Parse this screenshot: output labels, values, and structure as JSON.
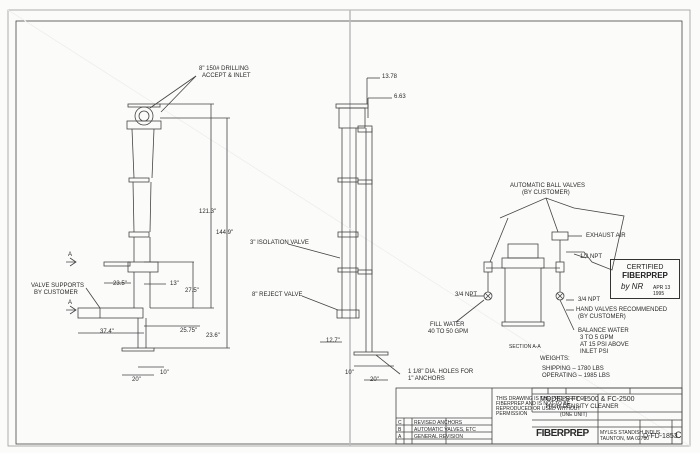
{
  "labels": {
    "drilling": [
      "8\" 150# DRILLING",
      "ACCEPT & INLET"
    ],
    "dim_121": "121.3\"",
    "dim_144": "144.9\"",
    "dim_13": "13\"",
    "dim_23_5": "23.5\"",
    "dim_27_5": "27.5\"",
    "dim_37_4": "37.4\"",
    "dim_25_75": "25.75\"",
    "dim_23_6": "23.6\"",
    "dim_20_left": "20\"",
    "dim_10_left": "10\"",
    "valve_supports": [
      "VALVE SUPPORTS",
      "BY CUSTOMER"
    ],
    "section_a_top": "A",
    "section_a_bottom": "A",
    "dim_13_78": "13.78",
    "dim_6_63": "6.63",
    "isolation_valve": "3\" ISOLATION VALVE",
    "reject_valve": "8\" REJECT VALVE",
    "dim_12_7": "12.7\"",
    "dim_10_right": "10\"",
    "dim_20_right": "20\"",
    "holes": [
      "1 1/8\" DIA. HOLES FOR",
      "1\" ANCHORS"
    ],
    "auto_ball_valves": [
      "AUTOMATIC BALL VALVES",
      "(BY CUSTOMER)"
    ],
    "exhaust_air": "EXHAUST AIR",
    "half_npt": "1/2 NPT",
    "npt_left": "3/4 NPT",
    "npt_right": "3/4 NPT",
    "hand_valves": [
      "HAND VALVES RECOMMENDED",
      "(BY CUSTOMER)"
    ],
    "fill_water": [
      "FILL WATER",
      "40 TO 50 GPM"
    ],
    "balance_water": [
      "BALANCE WATER",
      "3 TO 5 GPM",
      "AT 15 PSI ABOVE",
      "INLET PSI"
    ],
    "section_aa": "SECTION A-A",
    "weights": [
      "WEIGHTS:",
      "SHIPPING – 1780 LBS",
      "OPERATING – 1985 LBS"
    ]
  },
  "stamp": {
    "heading": "CERTIFIED",
    "company": "FIBERPREP",
    "signature": "by NR",
    "date": "APR 13 1995"
  },
  "title_block": {
    "title_lines": [
      "MODELS FC-1500 & FC-2500",
      "HIGH DENSITY CLEANER",
      "(ONE UNIT)"
    ],
    "logo": "FIBERPREP",
    "address": [
      "MYLES STANDISH INDUS.",
      "TAUNTON, MA 02780"
    ],
    "drawing_number": "D-FD-1853",
    "revision": "C",
    "revisions": [
      {
        "rev": "C",
        "text": "REVISED ANCHORS"
      },
      {
        "rev": "B",
        "text": "AUTOMATIC VALVES, ETC"
      },
      {
        "rev": "A",
        "text": "GENERAL REVISION"
      }
    ],
    "note": [
      "THIS DRAWING IS THE PROPERTY OF",
      "FIBERPREP AND IS NOT TO BE",
      "REPRODUCED OR USED WITHOUT",
      "PERMISSION"
    ]
  }
}
